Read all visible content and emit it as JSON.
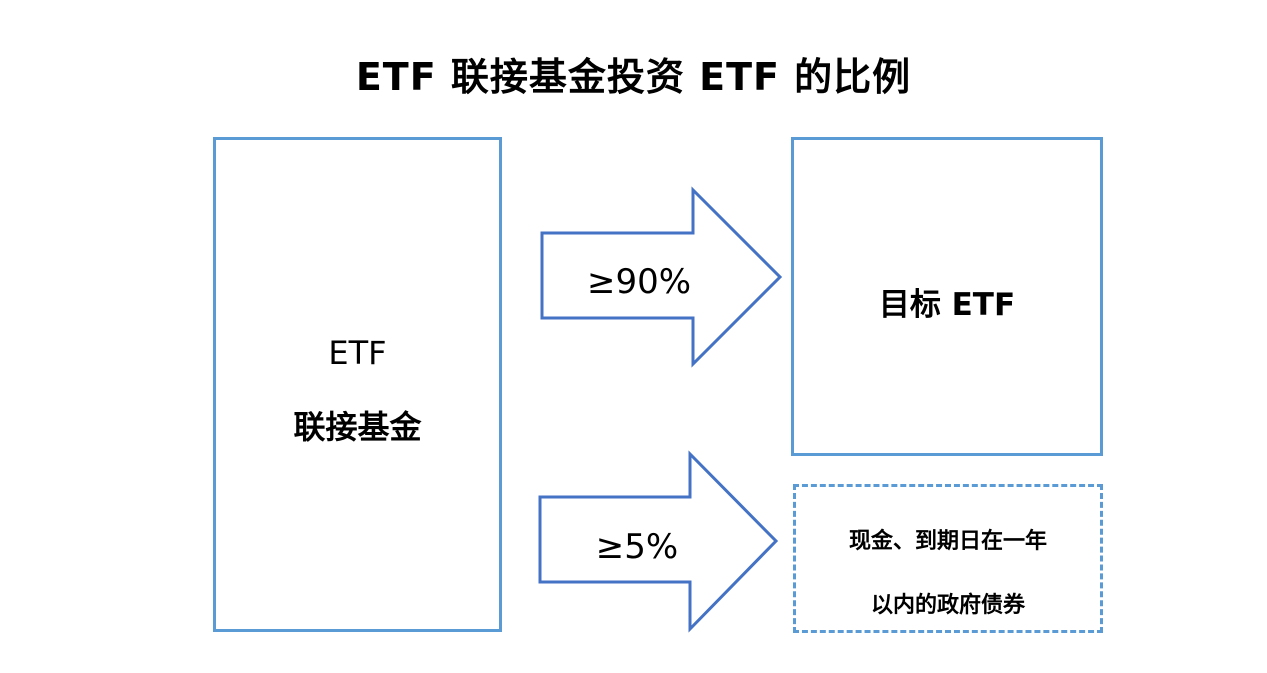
{
  "title": "ETF 联接基金投资 ETF 的比例",
  "feeder_fund": {
    "line1": "ETF",
    "line2": "联接基金"
  },
  "target_etf": {
    "label": "目标 ETF"
  },
  "cash_bonds": {
    "line1": "现金、到期日在一年",
    "line2": "以内的政府债券"
  },
  "arrows": [
    {
      "label": "≥90%"
    },
    {
      "label": "≥5%"
    }
  ],
  "colors": {
    "box_border": "#5b9bd5",
    "arrow_stroke": "#4472c4",
    "text": "#000000",
    "background": "#ffffff"
  }
}
